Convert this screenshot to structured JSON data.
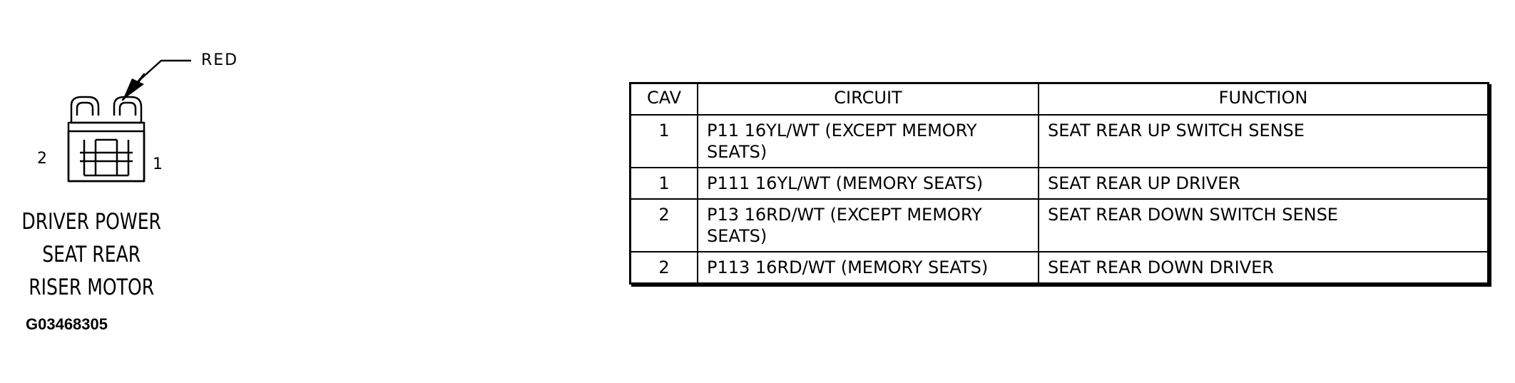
{
  "connector": {
    "wire_color_label": "RED",
    "pin_labels": {
      "left": "2",
      "right": "1"
    },
    "title_lines": [
      "DRIVER POWER",
      "SEAT REAR",
      "RISER MOTOR"
    ],
    "figure_id": "G03468305"
  },
  "table": {
    "headers": {
      "cav": "CAV",
      "circuit": "CIRCUIT",
      "function": "FUNCTION"
    },
    "rows": [
      {
        "cav": "1",
        "circuit": "P11 16YL/WT (EXCEPT MEMORY SEATS)",
        "function": "SEAT REAR UP SWITCH SENSE"
      },
      {
        "cav": "1",
        "circuit": "P111 16YL/WT (MEMORY SEATS)",
        "function": "SEAT REAR UP DRIVER"
      },
      {
        "cav": "2",
        "circuit": "P13 16RD/WT (EXCEPT MEMORY SEATS)",
        "function": "SEAT REAR DOWN SWITCH SENSE"
      },
      {
        "cav": "2",
        "circuit": "P113 16RD/WT (MEMORY SEATS)",
        "function": "SEAT REAR DOWN DRIVER"
      }
    ]
  }
}
